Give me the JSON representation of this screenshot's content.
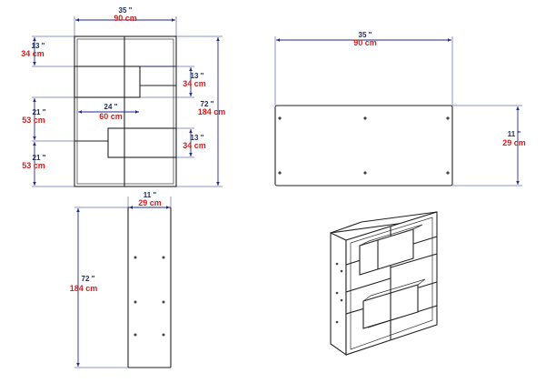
{
  "front_view": {
    "width": {
      "in": "35 \"",
      "cm": "90 cm"
    },
    "height": {
      "in": "72 \"",
      "cm": "184 cm"
    },
    "top_shelf": {
      "in": "13 \"",
      "cm": "34 cm"
    },
    "middle_shelf": {
      "in": "21 \"",
      "cm": "53 cm"
    },
    "lower_shelf": {
      "in": "21 \"",
      "cm": "53 cm"
    },
    "right_upper": {
      "in": "13 \"",
      "cm": "34 cm"
    },
    "right_lower": {
      "in": "13 \"",
      "cm": "34 cm"
    },
    "inner_width": {
      "in": "24 \"",
      "cm": "60 cm"
    }
  },
  "top_view": {
    "width": {
      "in": "35 \"",
      "cm": "90 cm"
    },
    "depth": {
      "in": "11 \"",
      "cm": "29 cm"
    }
  },
  "side_view": {
    "depth": {
      "in": "11 \"",
      "cm": "29 cm"
    },
    "height": {
      "in": "72 \"",
      "cm": "184 cm"
    }
  }
}
